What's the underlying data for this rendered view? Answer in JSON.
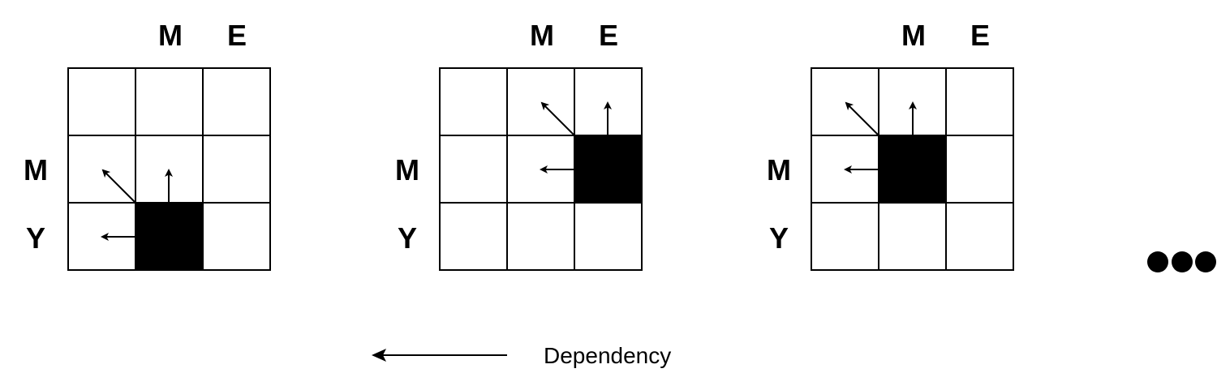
{
  "panels": [
    {
      "col_labels": [
        "M",
        "E"
      ],
      "row_labels": [
        "M",
        "Y"
      ],
      "filled_cell": {
        "row": 2,
        "col": 1
      },
      "arrows": [
        "up-left",
        "up",
        "left"
      ]
    },
    {
      "col_labels": [
        "M",
        "E"
      ],
      "row_labels": [
        "M",
        "Y"
      ],
      "filled_cell": {
        "row": 1,
        "col": 2
      },
      "arrows": [
        "up-left",
        "up",
        "left"
      ]
    },
    {
      "col_labels": [
        "M",
        "E"
      ],
      "row_labels": [
        "M",
        "Y"
      ],
      "filled_cell": {
        "row": 1,
        "col": 1
      },
      "arrows": [
        "up-left",
        "up",
        "left"
      ]
    }
  ],
  "continuation": "ellipsis",
  "legend": {
    "label": "Dependency",
    "icon": "arrow-left-icon"
  },
  "colors": {
    "line": "#000000",
    "filled_cell": "#000000",
    "background": "#ffffff"
  }
}
